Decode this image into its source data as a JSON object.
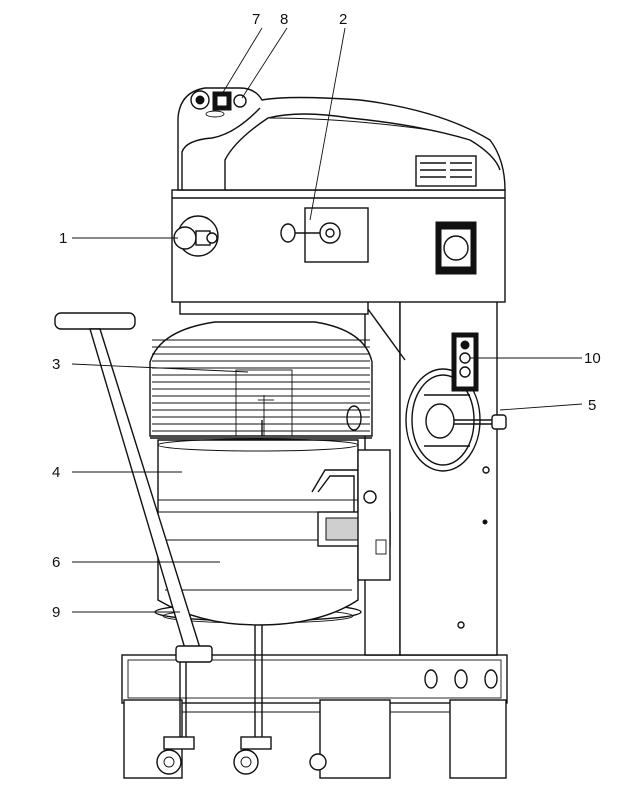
{
  "callouts": [
    {
      "id": "1",
      "text": "1"
    },
    {
      "id": "2",
      "text": "2"
    },
    {
      "id": "3",
      "text": "3"
    },
    {
      "id": "4",
      "text": "4"
    },
    {
      "id": "5",
      "text": "5"
    },
    {
      "id": "6",
      "text": "6"
    },
    {
      "id": "7",
      "text": "7"
    },
    {
      "id": "8",
      "text": "8"
    },
    {
      "id": "9",
      "text": "9"
    },
    {
      "id": "10",
      "text": "10"
    }
  ],
  "colors": {
    "ink": "#111111",
    "background": "#ffffff"
  }
}
